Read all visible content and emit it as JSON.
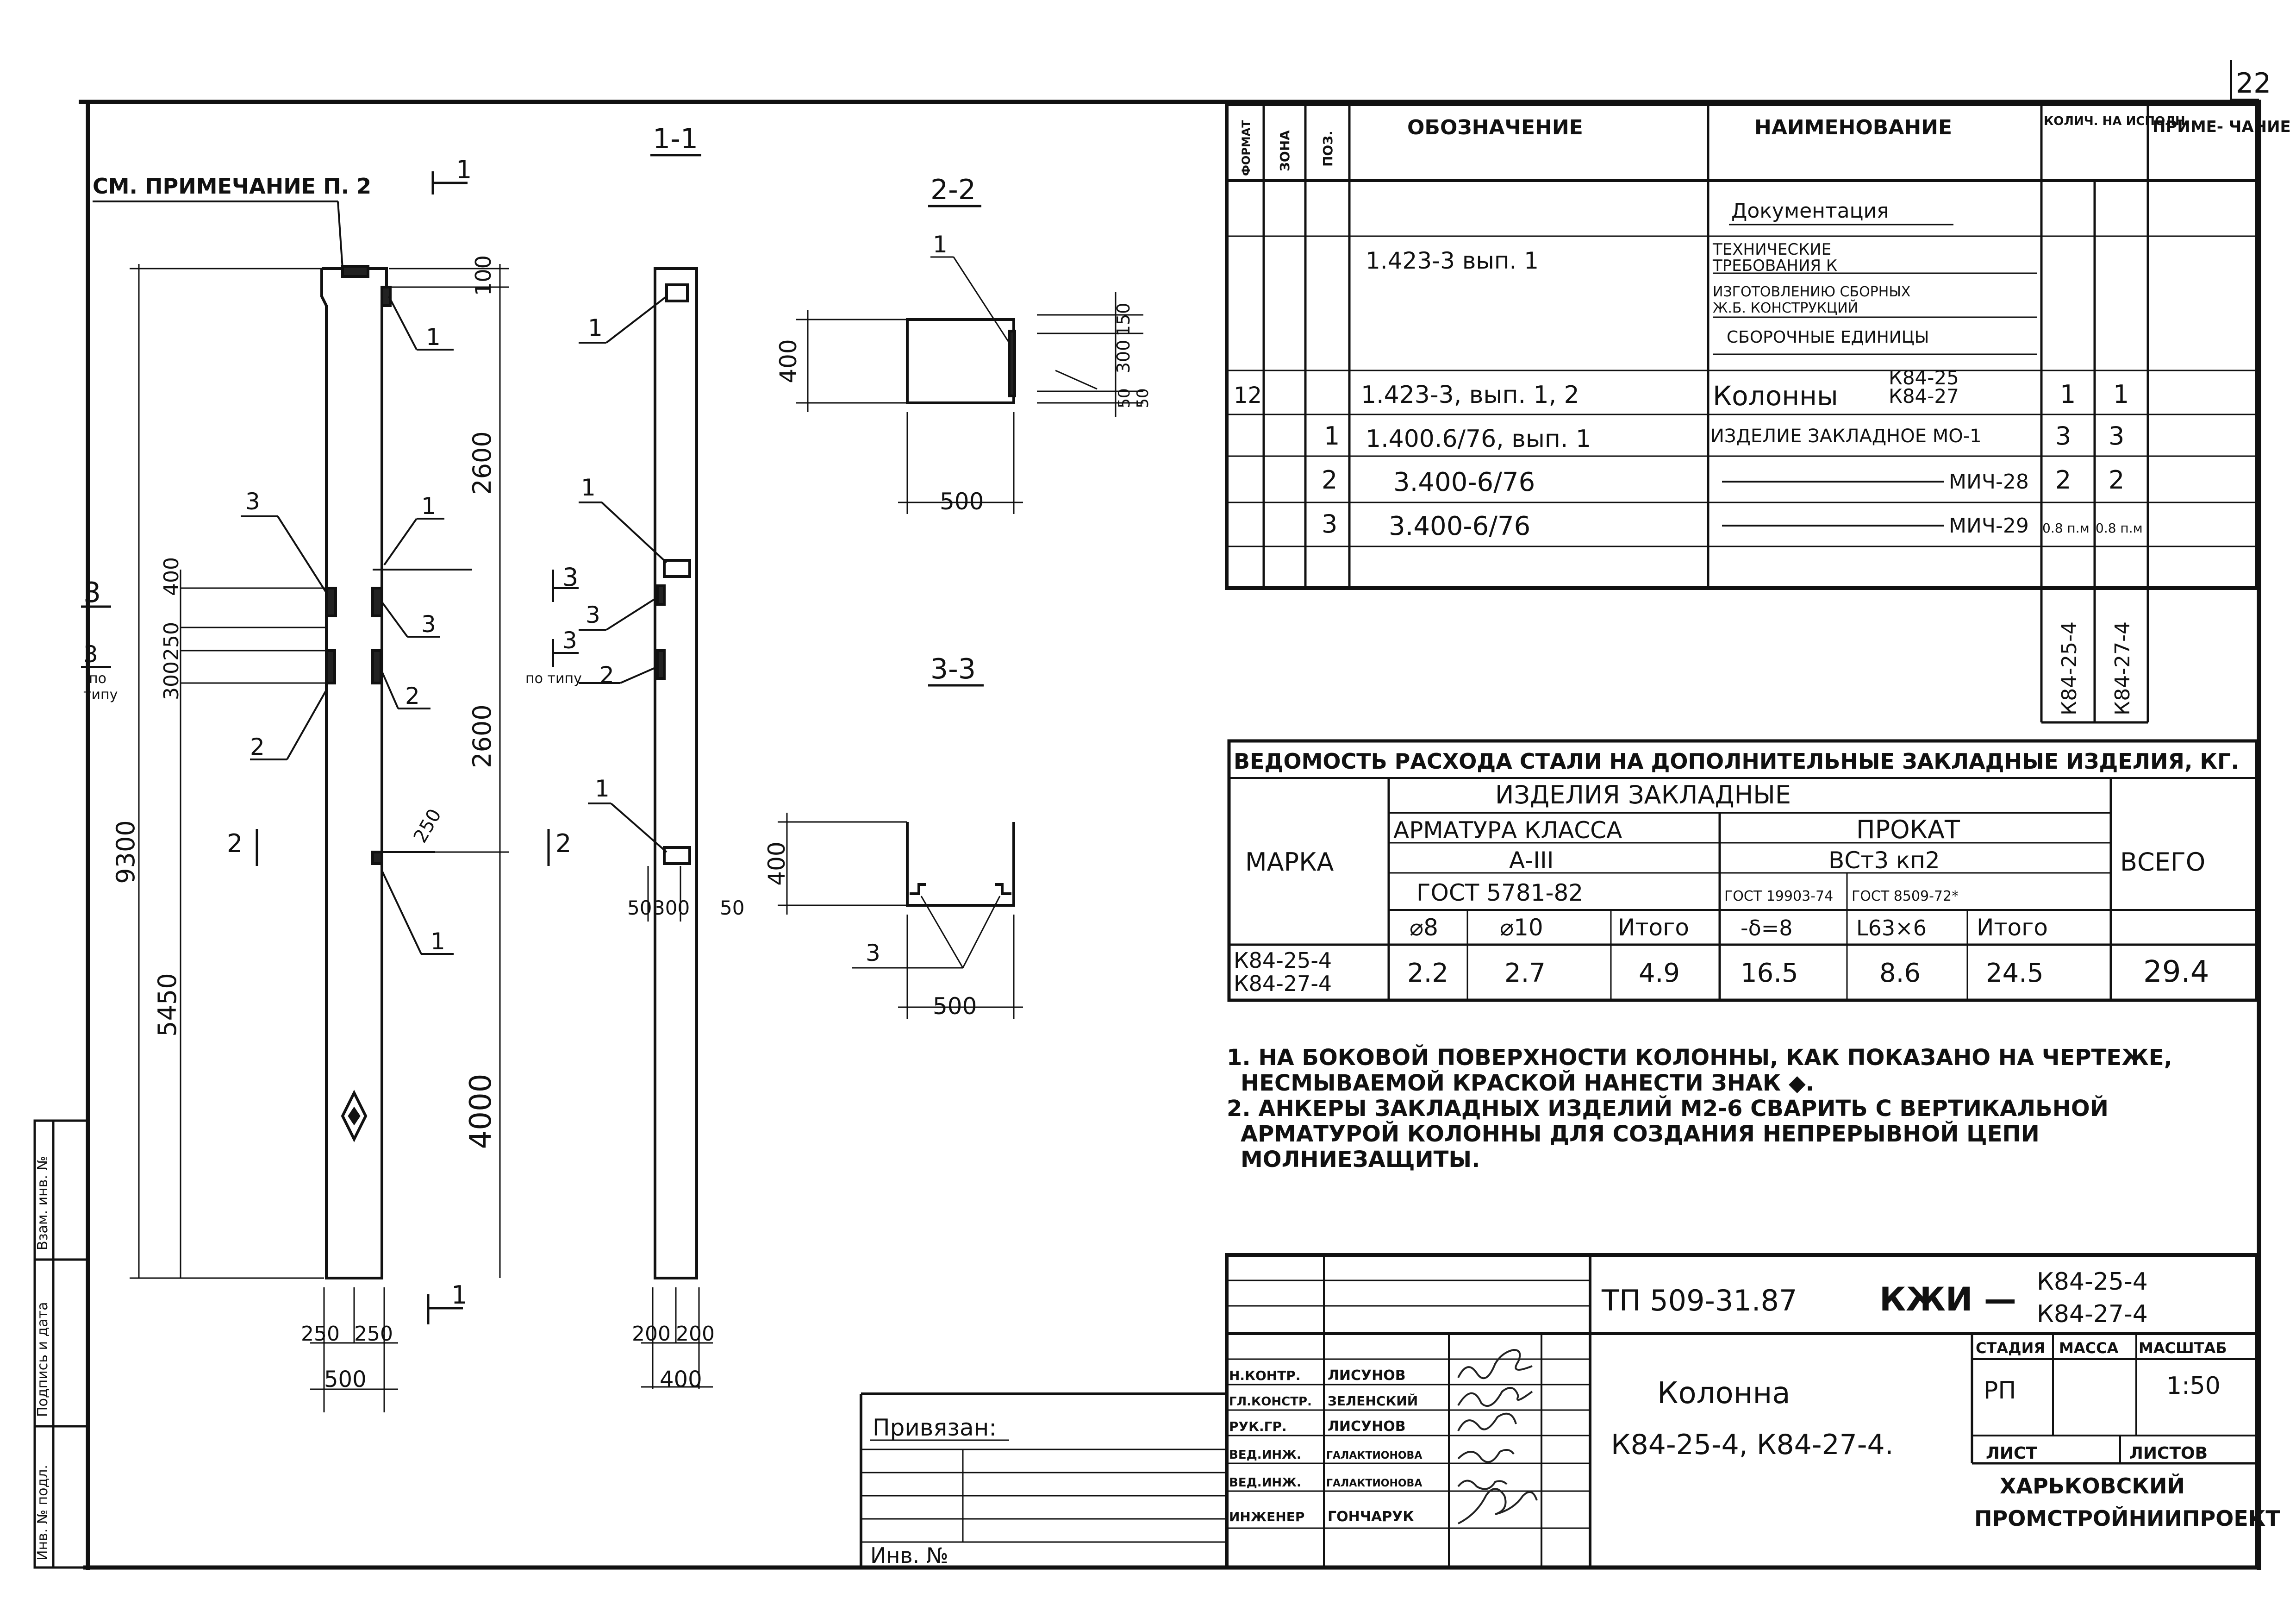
{
  "sheet_number": "22",
  "drawing": {
    "note_ref": "СМ. ПРИМЕЧАНИЕ П. 2",
    "sections": {
      "s11": "1-1",
      "s22": "2-2",
      "s33": "3-3"
    },
    "section_mark_1": "1",
    "section_mark_2": "2",
    "section_mark_3": "3",
    "callouts": {
      "c1": "1",
      "c2": "2",
      "c3": "3"
    },
    "po_tipu_1": "по",
    "po_tipu_2": "типу",
    "po_tipu_inline": "по типу",
    "dims": {
      "total_height": "9300",
      "top": "100",
      "upper": "2600",
      "middle": "2600",
      "lower": "4000",
      "h5450": "5450",
      "h400": "400",
      "h250": "250",
      "h300": "300",
      "h250b": "250",
      "w250a": "250",
      "w250b": "250",
      "w500": "500",
      "w200a": "200",
      "w200b": "200",
      "w400": "400",
      "s22_h": "400",
      "s22_w": "500",
      "s22_r150": "150",
      "s22_r300": "300",
      "s22_r50a": "50",
      "s22_r50b": "50",
      "s33_h": "400",
      "s33_w": "500",
      "mid_50a": "50",
      "mid_300": "300",
      "mid_50b": "50"
    }
  },
  "spec_table": {
    "headers": {
      "format": "ФОРМАТ",
      "zone": "ЗОНА",
      "pos": "ПОЗ.",
      "designation": "ОБОЗНАЧЕНИЕ",
      "name": "НАИМЕНОВАНИЕ",
      "qty": "КОЛИЧ. НА ИСПОЛН.",
      "note": "ПРИМЕ- ЧАНИЕ"
    },
    "section_docs": "Документация",
    "doc_row": {
      "designation": "1.423-3 вып. 1",
      "name_lines": [
        "ТЕХНИЧЕСКИЕ",
        "ТРЕБОВАНИЯ К",
        "ИЗГОТОВЛЕНИЮ СБОРНЫХ",
        "Ж.Б. КОНСТРУКЦИЙ"
      ]
    },
    "section_units": "СБОРОЧНЫЕ ЕДИНИЦЫ",
    "rows": [
      {
        "format": "12",
        "pos": "",
        "designation": "1.423-3, вып. 1, 2",
        "name": "Колонны",
        "name_sub1": "К84-25",
        "name_sub2": "К84-27",
        "q1": "1",
        "q2": "1"
      },
      {
        "format": "",
        "pos": "1",
        "designation": "1.400.6/76, вып. 1",
        "name": "ИЗДЕЛИЕ ЗАКЛАДНОЕ МО-1",
        "q1": "3",
        "q2": "3"
      },
      {
        "format": "",
        "pos": "2",
        "designation": "3.400-6/76",
        "name": "МИЧ-28",
        "q1": "2",
        "q2": "2"
      },
      {
        "format": "",
        "pos": "3",
        "designation": "3.400-6/76",
        "name": "МИЧ-29",
        "q1": "0.8 п.м",
        "q2": "0.8 п.м"
      }
    ],
    "variant_labels": [
      "К84-25-4",
      "К84-27-4"
    ]
  },
  "steel_table": {
    "title": "ВЕДОМОСТЬ РАСХОДА СТАЛИ НА ДОПОЛНИТЕЛЬНЫЕ ЗАКЛАДНЫЕ ИЗДЕЛИЯ, КГ.",
    "marka": "МАРКА",
    "izdelia": "ИЗДЕЛИЯ ЗАКЛАДНЫЕ",
    "armatura": "АРМАТУРА КЛАССА",
    "a3": "А-III",
    "gost_a": "ГОСТ 5781-82",
    "prokat": "ПРОКАТ",
    "vst": "ВСт3 кп2",
    "gost_p1": "ГОСТ 19903-74",
    "gost_p2": "ГОСТ 8509-72*",
    "vsego": "ВСЕГО",
    "cols": [
      "⌀8",
      "⌀10",
      "Итого",
      "-δ=8",
      "L63×6",
      "Итого"
    ],
    "row_marks": [
      "К84-25-4",
      "К84-27-4"
    ],
    "values": [
      "2.2",
      "2.7",
      "4.9",
      "16.5",
      "8.6",
      "24.5",
      "29.4"
    ]
  },
  "notes": [
    "1. НА БОКОВОЙ ПОВЕРХНОСТИ КОЛОННЫ, КАК ПОКАЗАНО НА ЧЕРТЕЖЕ,",
    "НЕСМЫВАЕМОЙ КРАСКОЙ НАНЕСТИ ЗНАК ◆.",
    "2. АНКЕРЫ ЗАКЛАДНЫХ ИЗДЕЛИЙ М2-6 СВАРИТЬ С ВЕРТИКАЛЬНОЙ",
    "АРМАТУРОЙ КОЛОННЫ ДЛЯ СОЗДАНИЯ НЕПРЕРЫВНОЙ ЦЕПИ",
    "МОЛНИЕЗАЩИТЫ."
  ],
  "title_block": {
    "code": "ТП 509-31.87",
    "kzhi": "КЖИ —",
    "marks": [
      "К84-25-4",
      "К84-27-4"
    ],
    "object_name": "Колонна",
    "object_marks": "К84-25-4, К84-27-4.",
    "stage_h": "СТАДИЯ",
    "mass_h": "МАССА",
    "scale_h": "МАСШТАБ",
    "stage": "РП",
    "scale": "1:50",
    "sheet_h": "ЛИСТ",
    "sheets_h": "ЛИСТОВ",
    "org_1": "ХАРЬКОВСКИЙ",
    "org_2": "ПРОМСТРОЙНИИПРОЕКТ",
    "roles": [
      "Н.КОНТР.",
      "ГЛ.КОНСТР.",
      "РУК.ГР.",
      "ВЕД.ИНЖ.",
      "ВЕД.ИНЖ.",
      "ИНЖЕНЕР"
    ],
    "people": [
      "ЛИСУНОВ",
      "ЗЕЛЕНСКИЙ",
      "ЛИСУНОВ",
      "ГАЛАКТИОНОВА",
      "ГАЛАКТИОНОВА",
      "ГОНЧАРУК"
    ]
  },
  "privyazan": "Привязан:",
  "inv_no": "Инв. №",
  "side_stamp": [
    "Инв. № подл.",
    "Подпись и дата",
    "Взам. инв. №"
  ]
}
